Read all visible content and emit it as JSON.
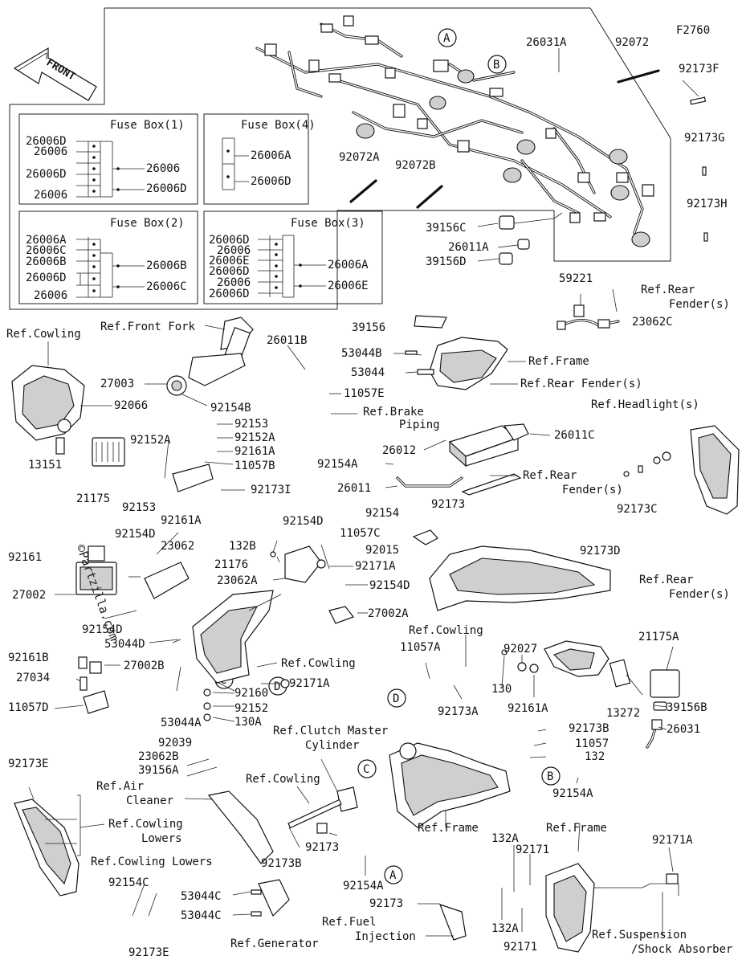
{
  "diagram_id": "F2760",
  "front_arrow": "FRONT",
  "watermark": "©Partzilla.com",
  "fuse_boxes": [
    {
      "title": "Fuse Box(1)",
      "left": [
        "26006D",
        "26006",
        "26006D",
        "26006"
      ],
      "right": [
        "26006",
        "26006D"
      ]
    },
    {
      "title": "Fuse Box(4)",
      "right": [
        "26006A",
        "26006D"
      ]
    },
    {
      "title": "Fuse Box(2)",
      "left": [
        "26006A",
        "26006C",
        "26006B",
        "26006D",
        "26006"
      ],
      "right": [
        "26006B",
        "26006C"
      ]
    },
    {
      "title": "Fuse Box(3)",
      "left": [
        "26006D",
        "26006",
        "26006E",
        "26006D",
        "26006",
        "26006D"
      ],
      "right": [
        "26006A",
        "26006E"
      ]
    }
  ],
  "callouts": {
    "A": "A",
    "B": "B",
    "C": "C",
    "D": "D"
  },
  "labels": {
    "p26031A": "26031A",
    "p92072": "92072",
    "p92173F": "92173F",
    "p92173G": "92173G",
    "p92173H": "92173H",
    "p92072A": "92072A",
    "p92072B": "92072B",
    "p39156C": "39156C",
    "p26011A": "26011A",
    "p39156D": "39156D",
    "p59221": "59221",
    "refRearFender1": "Ref.Rear",
    "refRearFender1b": "Fender(s)",
    "p23062C": "23062C",
    "refCowling1": "Ref.Cowling",
    "refFrontFork": "Ref.Front Fork",
    "p26011B": "26011B",
    "p39156": "39156",
    "p53044B": "53044B",
    "refFrame1": "Ref.Frame",
    "p53044": "53044",
    "refRearFender2": "Ref.Rear Fender(s)",
    "p11057E": "11057E",
    "p27003": "27003",
    "p92154B": "92154B",
    "p92066": "92066",
    "refBrakePiping1": "Ref.Brake",
    "refBrakePiping2": "Piping",
    "refHeadlight": "Ref.Headlight(s)",
    "p92153a": "92153",
    "p92152A": "92152A",
    "p92161Aa": "92161A",
    "p26011C": "26011C",
    "p26012": "26012",
    "p92152A2": "92152A",
    "p13151": "13151",
    "p11057B": "11057B",
    "p92154A": "92154A",
    "p21175": "21175",
    "p92153b": "92153",
    "p92161Ab": "92161A",
    "p92173I": "92173I",
    "p26011": "26011",
    "refRearFender3": "Ref.Rear",
    "refRearFender3b": "Fender(s)",
    "p92173C": "92173C",
    "p92154": "92154",
    "p92173a": "92173",
    "p11057C": "11057C",
    "p92015": "92015",
    "p92173D": "92173D",
    "p92161": "92161",
    "p92154D": "92154D",
    "p23062": "23062",
    "p132B": "132B",
    "p21176": "21176",
    "p92154Da": "92154D",
    "p92171A": "92171A",
    "p23062A": "23062A",
    "p92154Db": "92154D",
    "refRearFender4": "Ref.Rear",
    "refRearFender4b": "Fender(s)",
    "p27002": "27002",
    "p27002A": "27002A",
    "p92154Dc": "92154D",
    "p53044D": "53044D",
    "refCowling2": "Ref.Cowling",
    "p11057A": "11057A",
    "p92027": "92027",
    "p21175A": "21175A",
    "p92161B": "92161B",
    "p27002B": "27002B",
    "refCowling3": "Ref.Cowling",
    "p27034": "27034",
    "p92171Aa": "92171A",
    "p92173A": "92173A",
    "p130": "130",
    "p92161Ac": "92161A",
    "p13272": "13272",
    "p39156B": "39156B",
    "p11057D": "11057D",
    "p92160": "92160",
    "p92152": "92152",
    "p53044A": "53044A",
    "p130A": "130A",
    "p26031": "26031",
    "p92039": "92039",
    "refClutch1": "Ref.Clutch Master",
    "refClutch2": "Cylinder",
    "p92173B": "92173B",
    "p11057": "11057",
    "p132": "132",
    "p23062B": "23062B",
    "p39156A": "39156A",
    "p92173E": "92173E",
    "refAirCleaner1": "Ref.Air",
    "refAirCleaner2": "Cleaner",
    "refCowling4": "Ref.Cowling",
    "refCowlingLowers1": "Ref.Cowling",
    "refCowlingLowers2": "Lowers",
    "p92154Aa": "92154A",
    "refFrame2": "Ref.Frame",
    "refFrame3": "Ref.Frame",
    "p92173b": "92173",
    "p92173Ba": "92173B",
    "refCowlingLowers3": "Ref.Cowling Lowers",
    "p132A": "132A",
    "p92171": "92171",
    "p92171Ab": "92171A",
    "p92154C": "92154C",
    "p53044C": "53044C",
    "p53044Ca": "53044C",
    "p92173c": "92173",
    "refFuel1": "Ref.Fuel",
    "refFuel2": "Injection",
    "p132Aa": "132A",
    "p92171a": "92171",
    "refSuspension1": "Ref.Suspension",
    "refSuspension2": "/Shock Absorber",
    "p92154Ab": "92154A",
    "p92173Ea": "92173E",
    "refGenerator": "Ref.Generator"
  }
}
